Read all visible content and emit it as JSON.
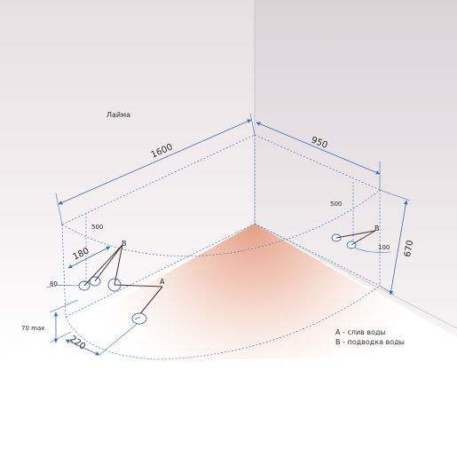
{
  "model_name": "Лайма",
  "dimensions": {
    "length_main": "1600",
    "length_side": "950",
    "depth_right": "670",
    "height_left": "500",
    "height_right": "500",
    "offset_180": "180",
    "offset_80": "80",
    "offset_100": "100",
    "overflow_70": "70 max",
    "drain_220": "220"
  },
  "markers": {
    "a": "A",
    "b_left": "B",
    "b_right": "B"
  },
  "legend": {
    "a": "А - слив воды",
    "b": "В - подводка воды"
  },
  "colors": {
    "dimension_line": "#3f6fb8",
    "dashed_line": "#4f7bbd",
    "leader_line": "#4a2e2e",
    "wall_top": "#e9e2e4",
    "floor_glow": "#e8a58c"
  }
}
